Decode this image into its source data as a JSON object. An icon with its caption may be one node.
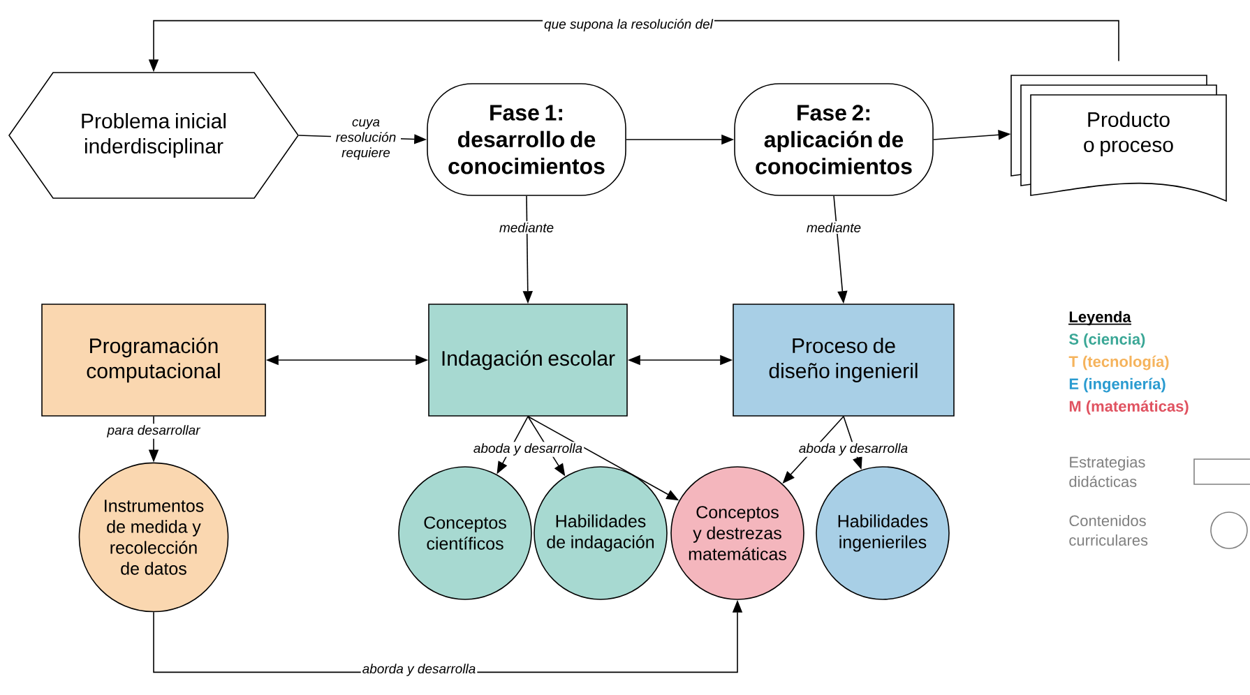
{
  "diagram": {
    "nodes": [
      {
        "text": [
          "Problema inicial inderdisciplinar"
        ]
      },
      {
        "text": [
          "Fase 1: desarrollo de conocimientos"
        ]
      },
      {
        "text": [
          "Fase 2: aplicación de conocimientos"
        ]
      },
      {
        "text": [
          "Producto o proceso"
        ]
      },
      {
        "text": [
          "Programación computacional"
        ]
      },
      {
        "text": [
          "Indagación escolar"
        ]
      },
      {
        "text": [
          "Proceso de diseño ingenieril"
        ]
      },
      {
        "text": [
          "Instrumentos de medida y recolección de datos"
        ]
      },
      {
        "text": [
          "Conceptos científicos"
        ]
      },
      {
        "text": [
          "Habilidades de indagación"
        ]
      },
      {
        "text": [
          "Conceptos y destrezas matemáticas"
        ]
      },
      {
        "text": [
          "Habilidades ingenieriles"
        ]
      }
    ],
    "edges": [
      {
        "from": 0,
        "to": 1,
        "arrow": "to",
        "label": "cuya resolución requiere"
      },
      {
        "from": 1,
        "to": 2,
        "arrow": "to"
      },
      {
        "from": 2,
        "to": 3,
        "arrow": "to"
      },
      {
        "from": 3,
        "to": 0,
        "arrow": "to",
        "label": "que supona la resolución del"
      },
      {
        "from": 1,
        "to": 5,
        "arrow": "to",
        "label": "mediante"
      },
      {
        "from": 2,
        "to": 6,
        "arrow": "to",
        "label": "mediante"
      },
      {
        "from": 4,
        "to": 5,
        "arrow": "both"
      },
      {
        "from": 5,
        "to": 6,
        "arrow": "both"
      },
      {
        "from": 4,
        "to": 7,
        "arrow": "to",
        "label": "para desarrollar"
      },
      {
        "from": 5,
        "to": 8,
        "arrow": "to",
        "label": "aboda y desarrolla"
      },
      {
        "from": 5,
        "to": 9,
        "arrow": "to"
      },
      {
        "from": 5,
        "to": 10,
        "arrow": "to"
      },
      {
        "from": 6,
        "to": 10,
        "arrow": "to",
        "label": "aboda y desarrolla"
      },
      {
        "from": 6,
        "to": 11,
        "arrow": "to"
      },
      {
        "from": 7,
        "to": 10,
        "arrow": "to",
        "label": "aborda y desarrolla"
      }
    ],
    "labels": [
      "Leyenda"
    ],
    "legend": [
      {
        "text": "S (ciencia)",
        "color": "#3aa796"
      },
      {
        "text": "T (tecnología)",
        "color": "#f5b35c"
      },
      {
        "text": "E (ingeniería)",
        "color": "#2a9bd0"
      },
      {
        "text": "M (matemáticas)",
        "color": "#e05260"
      },
      {
        "text": "Estrategias didácticas"
      },
      {
        "text": "Contenidos curriculares"
      }
    ]
  }
}
